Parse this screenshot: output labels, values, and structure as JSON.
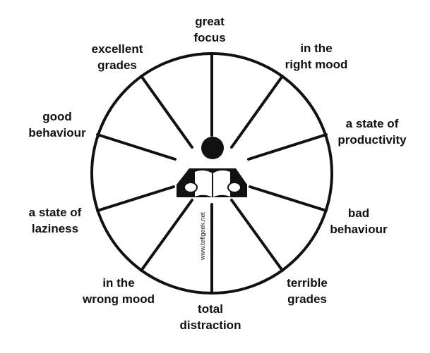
{
  "colors": {
    "ink": "#111111",
    "background": "#ffffff"
  },
  "icons": {
    "center": "reader-with-book-icon"
  },
  "labels": [
    {
      "id": "great-focus",
      "line1": "great",
      "line2": "focus"
    },
    {
      "id": "in-the-right-mood",
      "line1": "in the",
      "line2": "right mood"
    },
    {
      "id": "a-state-of-productivity",
      "line1": "a state of",
      "line2": "productivity"
    },
    {
      "id": "bad-behaviour",
      "line1": "bad",
      "line2": "behaviour"
    },
    {
      "id": "terrible-grades",
      "line1": "terrible",
      "line2": "grades"
    },
    {
      "id": "total-distraction",
      "line1": "total",
      "line2": "distraction"
    },
    {
      "id": "in-the-wrong-mood",
      "line1": "in the",
      "line2": "wrong mood"
    },
    {
      "id": "a-state-of-laziness",
      "line1": "a state of",
      "line2": "laziness"
    },
    {
      "id": "good-behaviour",
      "line1": "good",
      "line2": "behaviour"
    },
    {
      "id": "excellent-grades",
      "line1": "excellent",
      "line2": "grades"
    }
  ],
  "credit": "www.teflgeek.net"
}
